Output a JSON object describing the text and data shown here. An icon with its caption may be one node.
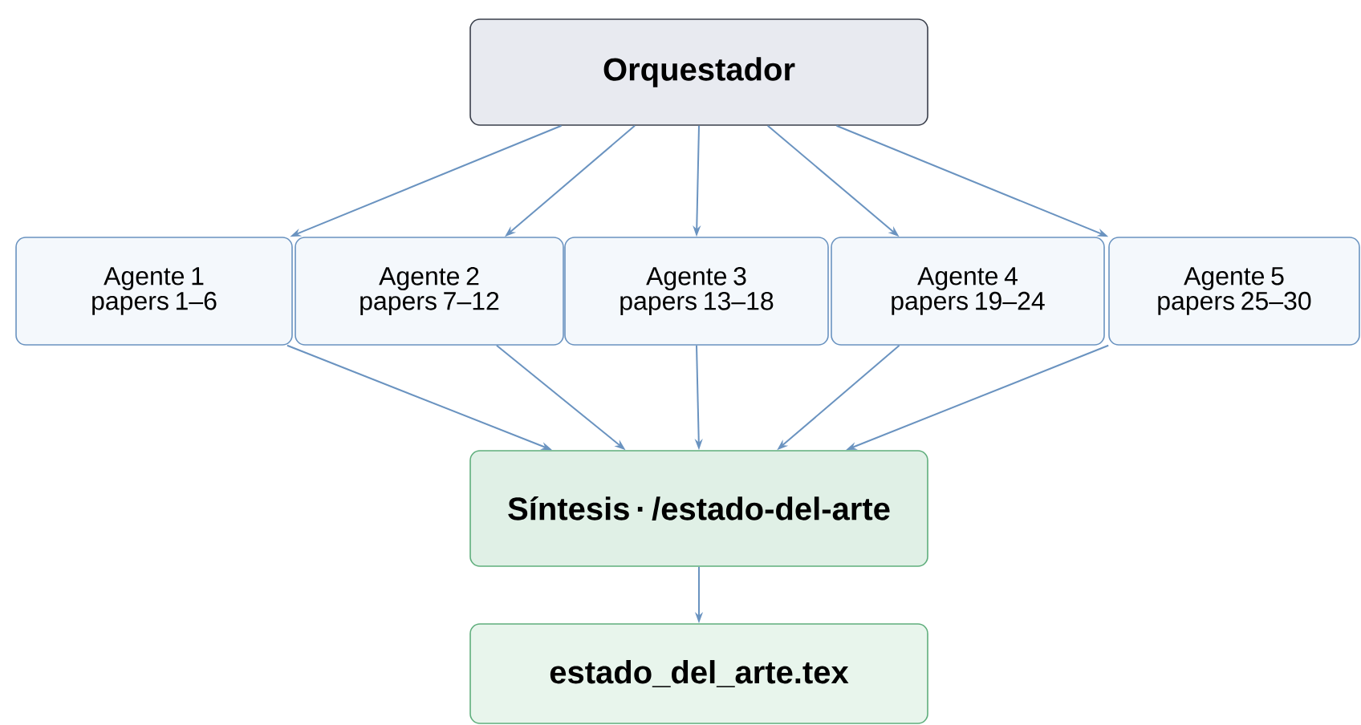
{
  "diagram": {
    "nodes": [
      {
        "text": [
          "Orquestador"
        ]
      },
      {
        "text": [
          "Agente 1",
          "papers 1–6"
        ]
      },
      {
        "text": [
          "Agente 2",
          "papers 7–12"
        ]
      },
      {
        "text": [
          "Agente 3",
          "papers 13–18"
        ]
      },
      {
        "text": [
          "Agente 4",
          "papers 19–24"
        ]
      },
      {
        "text": [
          "Agente 5",
          "papers 25–30"
        ]
      },
      {
        "text": [
          "Síntesis · /estado-del-arte"
        ]
      },
      {
        "text": [
          "estado_del_arte.tex"
        ]
      }
    ],
    "edges": [
      {
        "from": 0,
        "to": 1,
        "arrow": "to"
      },
      {
        "from": 0,
        "to": 2,
        "arrow": "to"
      },
      {
        "from": 0,
        "to": 3,
        "arrow": "to"
      },
      {
        "from": 0,
        "to": 4,
        "arrow": "to"
      },
      {
        "from": 0,
        "to": 5,
        "arrow": "to"
      },
      {
        "from": 1,
        "to": 6,
        "arrow": "to"
      },
      {
        "from": 2,
        "to": 6,
        "arrow": "to"
      },
      {
        "from": 3,
        "to": 6,
        "arrow": "to"
      },
      {
        "from": 4,
        "to": 6,
        "arrow": "to"
      },
      {
        "from": 5,
        "to": 6,
        "arrow": "to"
      },
      {
        "from": 6,
        "to": 7,
        "arrow": "to"
      }
    ]
  }
}
